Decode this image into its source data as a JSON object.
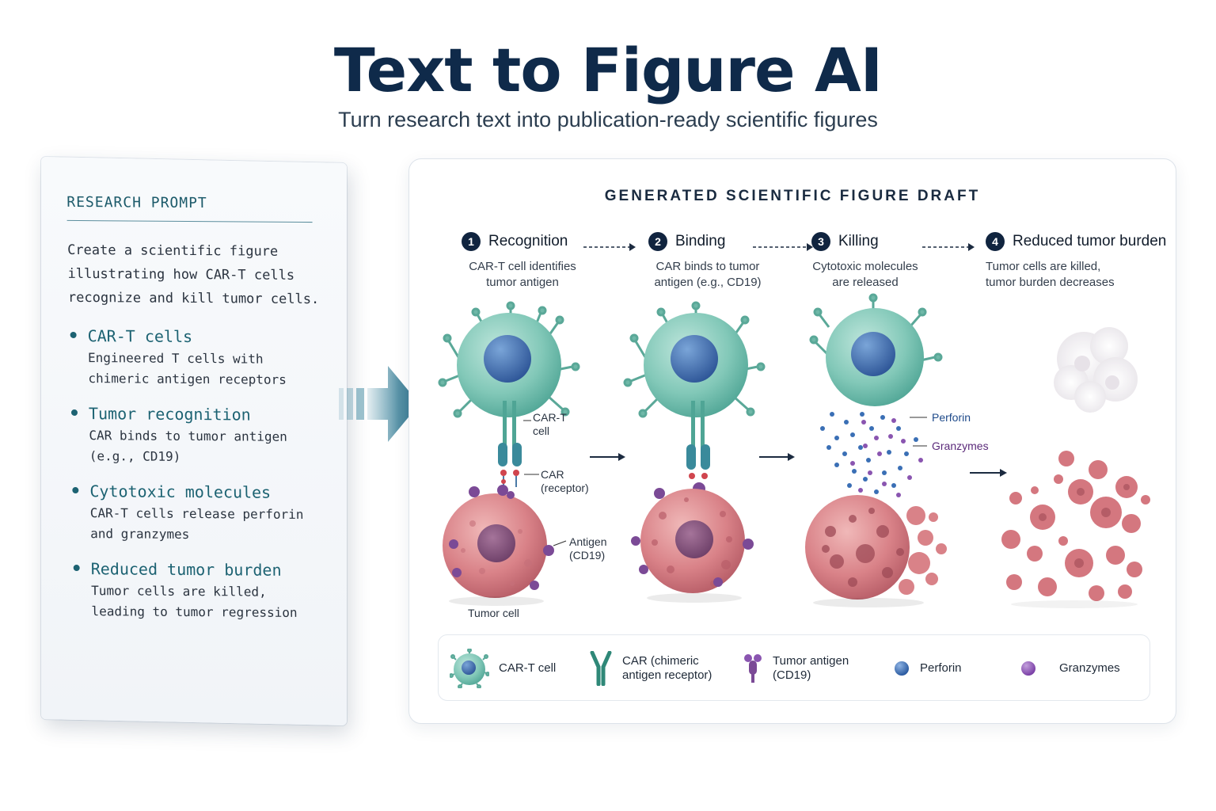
{
  "header": {
    "title": "Text to Figure AI",
    "subtitle": "Turn research text into publication-ready scientific figures"
  },
  "prompt": {
    "heading": "RESEARCH PROMPT",
    "text_lines": [
      "Create a scientific figure",
      "illustrating how CAR-T cells",
      "recognize and kill tumor cells."
    ],
    "bullets": [
      {
        "title": "CAR-T cells",
        "desc": [
          "Engineered T cells with",
          "chimeric antigen receptors"
        ]
      },
      {
        "title": "Tumor recognition",
        "desc": [
          "CAR binds to tumor antigen",
          "(e.g., CD19)"
        ]
      },
      {
        "title": "Cytotoxic molecules",
        "desc": [
          "CAR-T cells release perforin",
          "and granzymes"
        ]
      },
      {
        "title": "Reduced tumor burden",
        "desc": [
          "Tumor cells are killed,",
          "leading to tumor regression"
        ]
      }
    ]
  },
  "figure": {
    "title": "GENERATED SCIENTIFIC FIGURE DRAFT",
    "steps": [
      {
        "num": "1",
        "label": "Recognition",
        "desc": [
          "CAR-T cell identifies",
          "tumor antigen"
        ]
      },
      {
        "num": "2",
        "label": "Binding",
        "desc": [
          "CAR binds to tumor",
          "antigen (e.g., CD19)"
        ]
      },
      {
        "num": "3",
        "label": "Killing",
        "desc": [
          "Cytotoxic molecules",
          "are released"
        ]
      },
      {
        "num": "4",
        "label": "Reduced tumor burden",
        "desc": [
          "Tumor cells are killed,",
          "tumor burden decreases"
        ]
      }
    ],
    "annotations": {
      "cart_cell": [
        "CAR-T",
        "cell"
      ],
      "car_receptor": [
        "CAR",
        "(receptor)"
      ],
      "antigen": [
        "Antigen",
        "(CD19)"
      ],
      "tumor_cell": "Tumor cell",
      "perforin": "Perforin",
      "granzymes": "Granzymes"
    },
    "legend": [
      {
        "icon": "cart-cell-icon",
        "label": [
          "CAR-T cell"
        ]
      },
      {
        "icon": "car-receptor-icon",
        "label": [
          "CAR (chimeric",
          "antigen receptor)"
        ]
      },
      {
        "icon": "tumor-antigen-icon",
        "label": [
          "Tumor antigen",
          "(CD19)"
        ]
      },
      {
        "icon": "perforin-icon",
        "label": [
          "Perforin"
        ]
      },
      {
        "icon": "granzymes-icon",
        "label": [
          "Granzymes"
        ]
      }
    ]
  },
  "colors": {
    "title": "#0f2a4a",
    "teal_accent": "#1c6272",
    "cart_cell": "#7cc7b8",
    "tumor_cell": "#d9848c",
    "perforin": "#3a6fb5",
    "granzymes": "#8a55b0"
  }
}
